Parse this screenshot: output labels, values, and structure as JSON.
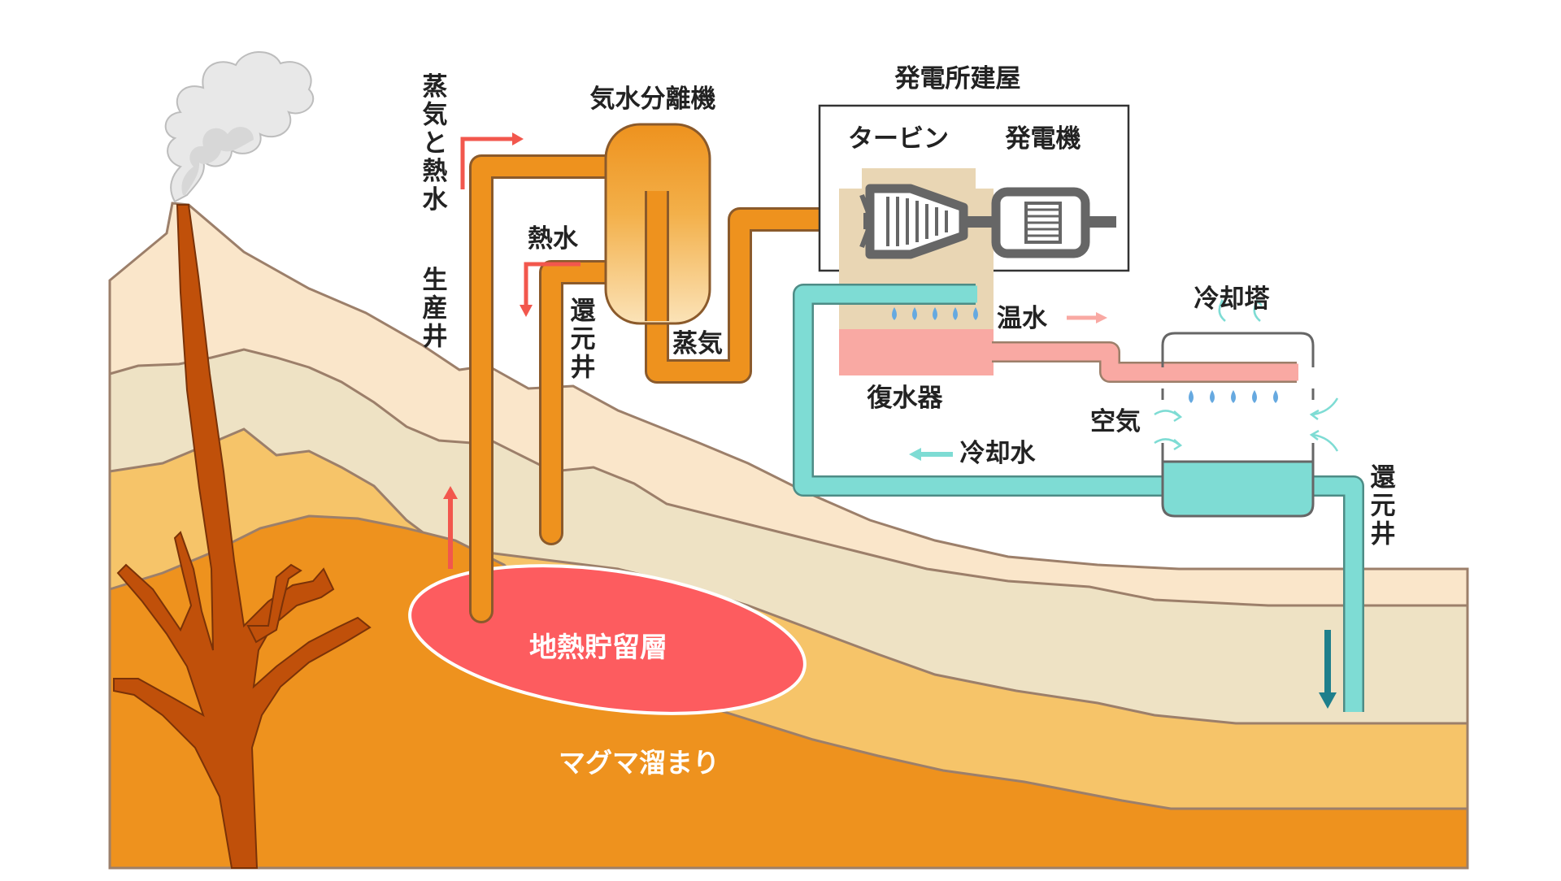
{
  "labels": {
    "steam_hot_water": "蒸気と熱水",
    "production_well": "生産井",
    "separator": "気水分離機",
    "hot_water": "熱水",
    "reinjection_well_left": "還元井",
    "steam": "蒸気",
    "power_house": "発電所建屋",
    "turbine": "タービン",
    "generator": "発電機",
    "warm_water": "温水",
    "cooling_tower": "冷却塔",
    "condenser": "復水器",
    "air": "空気",
    "cooling_water": "冷却水",
    "reinjection_well_right": "還元井",
    "reservoir": "地熱貯留層",
    "magma": "マグマ溜まり"
  },
  "colors": {
    "magma": "#EE921E",
    "layer_mid": "#F6C469",
    "layer_light": "#EEE2C4",
    "layer_top": "#FAE6CA",
    "lava": "#C0500A",
    "reservoir": "#FD5C5F",
    "steam_pipe": "#EE921E",
    "cooling_pipe": "#7EDCD4",
    "warm_pipe": "#F9A9A3",
    "arrow_red": "#F2574D",
    "arrow_teal": "#1E7F8C",
    "turbine_gray": "#666666",
    "building_tan": "#E9D6B4"
  }
}
